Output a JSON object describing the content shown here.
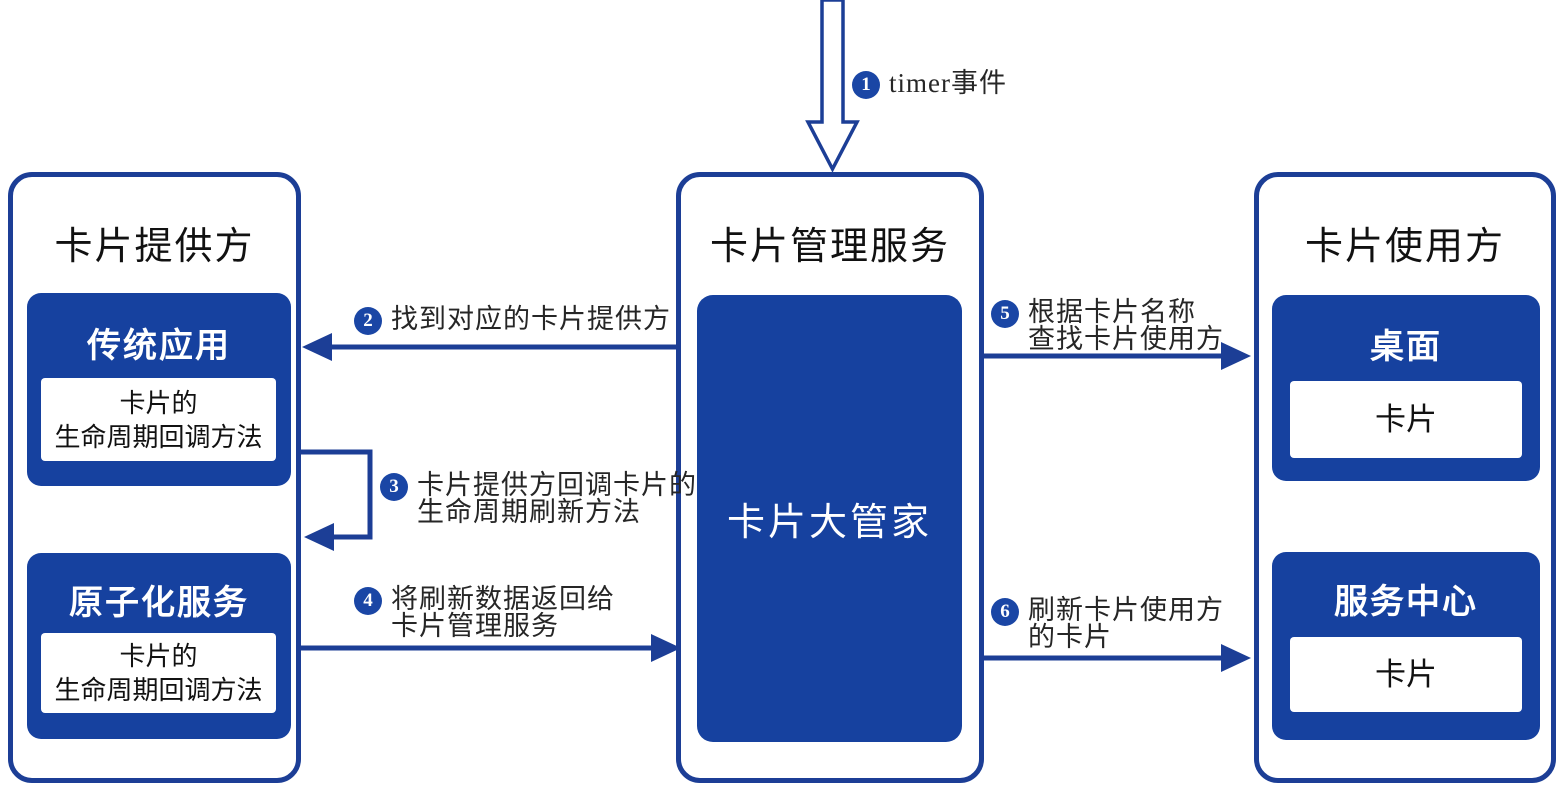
{
  "colors": {
    "box_blue": "#16419f",
    "border_blue": "#1c3e96",
    "badge_blue": "#1a46a5",
    "text_black": "#111111",
    "label_gray": "#262626",
    "white": "#ffffff"
  },
  "columns": {
    "provider": {
      "title": "卡片提供方",
      "boxes": [
        {
          "title": "传统应用",
          "inner_line1": "卡片的",
          "inner_line2": "生命周期回调方法"
        },
        {
          "title": "原子化服务",
          "inner_line1": "卡片的",
          "inner_line2": "生命周期回调方法"
        }
      ]
    },
    "manager": {
      "title": "卡片管理服务",
      "core_box": "卡片大管家"
    },
    "consumer": {
      "title": "卡片使用方",
      "boxes": [
        {
          "title": "桌面",
          "inner": "卡片"
        },
        {
          "title": "服务中心",
          "inner": "卡片"
        }
      ]
    }
  },
  "steps": [
    {
      "num": "1",
      "line1": "timer事件",
      "line2": ""
    },
    {
      "num": "2",
      "line1": "找到对应的卡片提供方",
      "line2": ""
    },
    {
      "num": "3",
      "line1": "卡片提供方回调卡片的",
      "line2": "生命周期刷新方法"
    },
    {
      "num": "4",
      "line1": "将刷新数据返回给",
      "line2": "卡片管理服务"
    },
    {
      "num": "5",
      "line1": "根据卡片名称",
      "line2": "查找卡片使用方"
    },
    {
      "num": "6",
      "line1": "刷新卡片使用方",
      "line2": "的卡片"
    }
  ]
}
